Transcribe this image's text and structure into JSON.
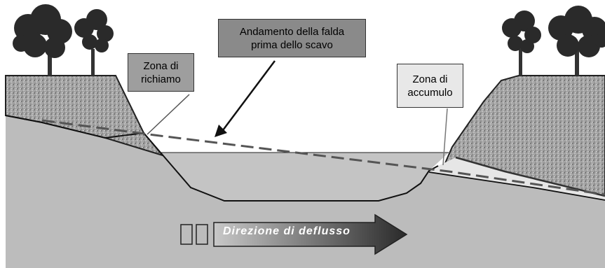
{
  "callouts": {
    "falda": "Andamento della falda\nprima dello scavo",
    "richiamo": "Zona di\nrichiamo",
    "accumulo": "Zona di\naccumulo"
  },
  "flow_direction": "Direzione di deflusso",
  "colors": {
    "ground": "#bcbcbc",
    "gravel": "#9a9a9a",
    "water_dashed": "#555555",
    "accumulation_zone": "#e6e6e6",
    "arrow_dark": "#3a3a3a",
    "arrow_light": "#9a9a9a"
  }
}
